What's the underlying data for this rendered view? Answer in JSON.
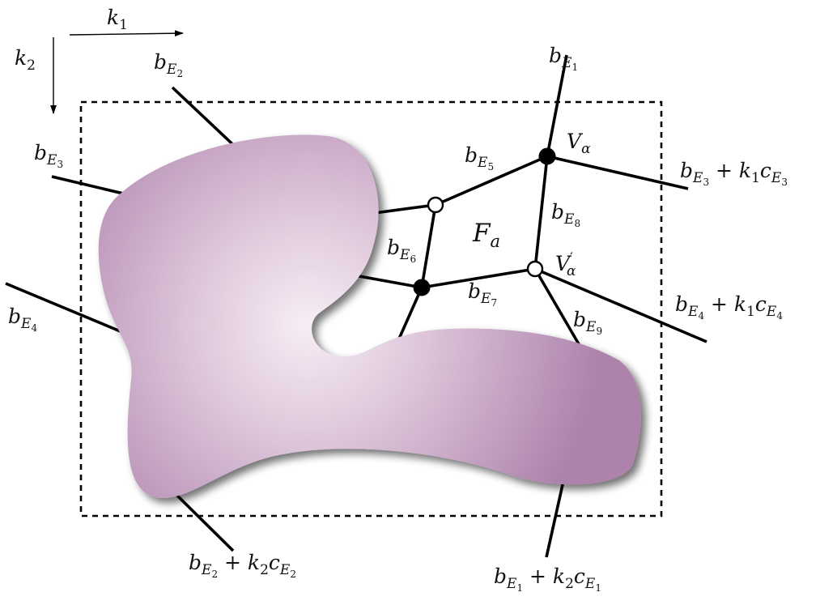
{
  "axes": {
    "k1": {
      "main": "k",
      "sub": "1"
    },
    "k2": {
      "main": "k",
      "sub": "2"
    }
  },
  "face_label": {
    "main": "F",
    "sub": "a"
  },
  "vertex_labels": {
    "v_alpha": {
      "main": "V",
      "sub": "α"
    },
    "v_alpha_prime": {
      "main": "V",
      "prime": "′",
      "sub": "α"
    }
  },
  "edge_labels": {
    "bE1": {
      "b": "b",
      "E": "E",
      "n": "1"
    },
    "bE2": {
      "b": "b",
      "E": "E",
      "n": "2"
    },
    "bE3": {
      "b": "b",
      "E": "E",
      "n": "3"
    },
    "bE4": {
      "b": "b",
      "E": "E",
      "n": "4"
    },
    "bE5": {
      "b": "b",
      "E": "E",
      "n": "5"
    },
    "bE6": {
      "b": "b",
      "E": "E",
      "n": "6"
    },
    "bE7": {
      "b": "b",
      "E": "E",
      "n": "7"
    },
    "bE8": {
      "b": "b",
      "E": "E",
      "n": "8"
    },
    "bE9": {
      "b": "b",
      "E": "E",
      "n": "9"
    }
  },
  "shifted_labels": {
    "bE3_k1": {
      "b": "b",
      "E": "E",
      "n": "3",
      "plus": " + ",
      "k": "k",
      "kn": "1",
      "c": "c",
      "cE": "E",
      "cn": "3"
    },
    "bE4_k1": {
      "b": "b",
      "E": "E",
      "n": "4",
      "plus": " + ",
      "k": "k",
      "kn": "1",
      "c": "c",
      "cE": "E",
      "cn": "4"
    },
    "bE2_k2": {
      "b": "b",
      "E": "E",
      "n": "2",
      "plus": " + ",
      "k": "k",
      "kn": "2",
      "c": "c",
      "cE": "E",
      "cn": "2"
    },
    "bE1_k2": {
      "b": "b",
      "E": "E",
      "n": "1",
      "plus": " + ",
      "k": "k",
      "kn": "2",
      "c": "c",
      "cE": "E",
      "cn": "1"
    }
  },
  "colors": {
    "blob_center": "#f7eef5",
    "blob_edge": "#ad82ab",
    "line": "#000000",
    "filled_vertex": "#000000",
    "open_vertex": "#ffffff"
  }
}
